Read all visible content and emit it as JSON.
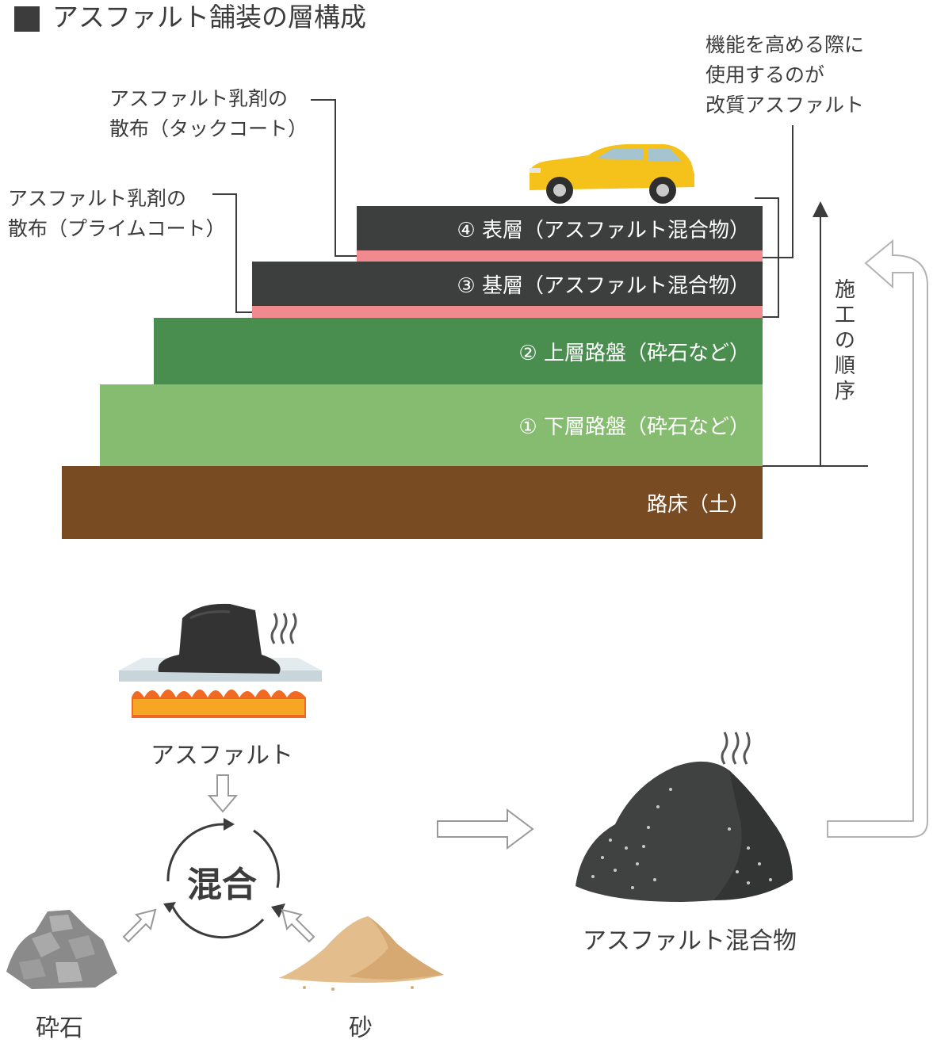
{
  "title": "アスファルト舗装の層構成",
  "notes": {
    "tack_coat_line1": "アスファルト乳剤の",
    "tack_coat_line2": "散布（タックコート）",
    "prime_coat_line1": "アスファルト乳剤の",
    "prime_coat_line2": "散布（プライムコート）",
    "modified_line1": "機能を高める際に",
    "modified_line2": "使用するのが",
    "modified_line3": "改質アスファルト"
  },
  "layers": {
    "surface": "④ 表層（アスファルト混合物）",
    "base": "③ 基層（アスファルト混合物）",
    "upper_roadbed": "② 上層路盤（砕石など）",
    "lower_roadbed": "① 下層路盤（砕石など）",
    "subgrade": "路床（土）"
  },
  "construction_order": [
    "施",
    "工",
    "の",
    "順",
    "序"
  ],
  "materials": {
    "asphalt": "アスファルト",
    "mix": "混合",
    "crushed_stone": "砕石",
    "sand": "砂",
    "asphalt_mixture": "アスファルト混合物"
  },
  "colors": {
    "dark_layer": "#3c3f3d",
    "coat": "#f08a8e",
    "upper_roadbed": "#4a8e4f",
    "lower_roadbed": "#86bc70",
    "subgrade": "#784b23",
    "car": "#f4c21b"
  }
}
